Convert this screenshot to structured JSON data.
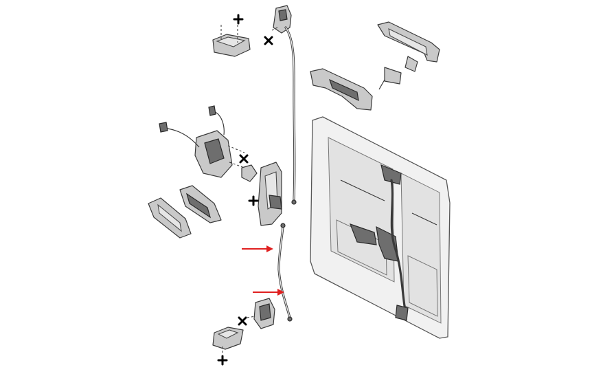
{
  "diagram": {
    "arrow_color": "#e02020",
    "marker_icon": "cross-mark",
    "parts": [
      "lock-bracket",
      "upper-latch",
      "operating-cable",
      "exterior-handle",
      "handle-support-bracket",
      "door-lock-mechanism",
      "interior-handle-bezel",
      "interior-handle",
      "cable-guide-clip",
      "interior-handle-housing",
      "lower-cable",
      "lower-latch",
      "lower-lock-bracket",
      "sliding-door-panel"
    ]
  }
}
